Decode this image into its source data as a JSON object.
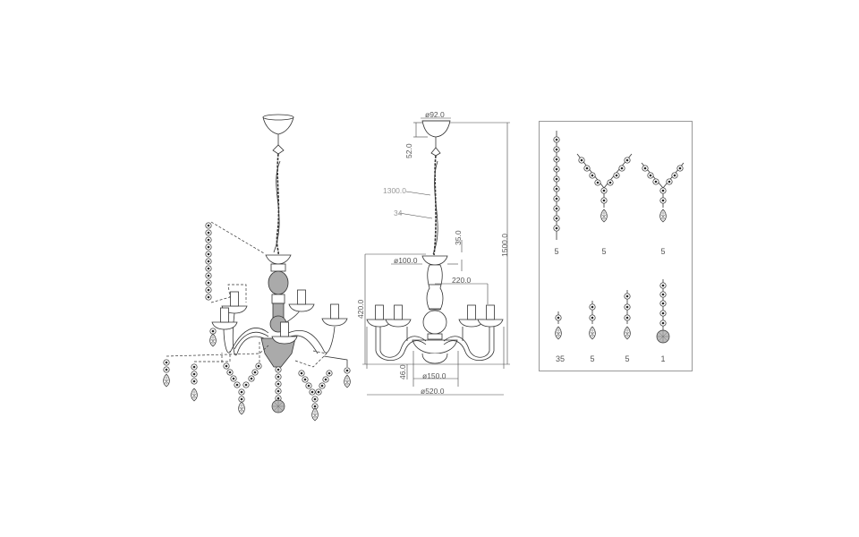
{
  "drawing": {
    "type": "chandelier technical drawing",
    "views": [
      "exploded-assembly-view",
      "dimensioned-elevation-view",
      "crystal-parts-list"
    ]
  },
  "dimensions": {
    "canopy_diameter": "ø92.0",
    "canopy_height": "52.0",
    "chain_length": "1300.0",
    "chain_ref": "34",
    "ceiling_to_top": "35.0",
    "overall_height": "1500.0",
    "top_cup_diameter": "ø100.0",
    "arm_reach": "220.0",
    "body_height": "420.0",
    "bottom_height": "46.0",
    "bottom_bowl_diameter": "ø150.0",
    "overall_diameter": "ø520.0"
  },
  "parts_list": {
    "row1": [
      {
        "name": "straight-bead-strand",
        "qty": "5"
      },
      {
        "name": "y-necklace-with-drop",
        "qty": "5"
      },
      {
        "name": "y-necklace-with-drop-b",
        "qty": "5"
      }
    ],
    "row2": [
      {
        "name": "single-bead-drop",
        "qty": "35"
      },
      {
        "name": "two-bead-drop",
        "qty": "5"
      },
      {
        "name": "three-bead-drop",
        "qty": "5"
      },
      {
        "name": "bead-strand-with-ball",
        "qty": "1"
      }
    ]
  }
}
